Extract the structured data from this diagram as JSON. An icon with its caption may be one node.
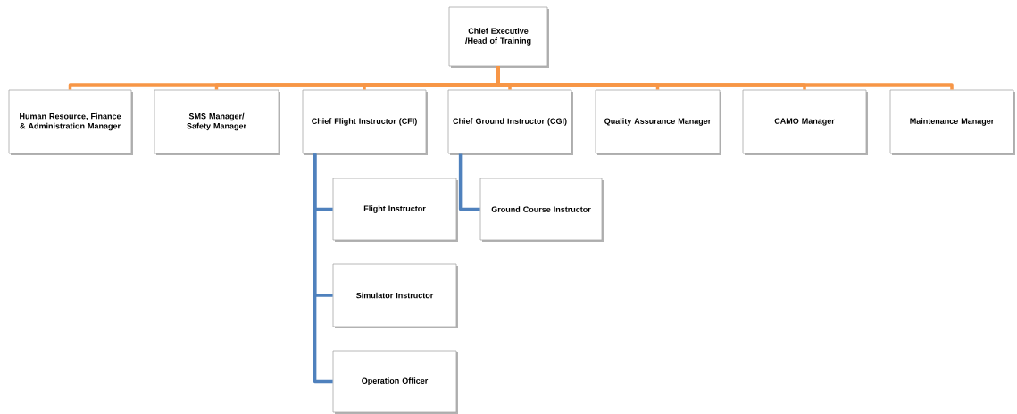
{
  "diagram": {
    "nodes": [
      {
        "text": [
          "Chief Executive /Head of Training"
        ]
      },
      {
        "text": [
          "Human Resource, Finance & Administration Manager"
        ]
      },
      {
        "text": [
          "SMS Manager/ Safety Manager"
        ]
      },
      {
        "text": [
          "Chief Flight Instructor (CFI)"
        ]
      },
      {
        "text": [
          "Chief Ground Instructor (CGI)"
        ]
      },
      {
        "text": [
          "Quality Assurance Manager"
        ]
      },
      {
        "text": [
          "CAMO Manager"
        ]
      },
      {
        "text": [
          "Maintenance Manager"
        ]
      },
      {
        "text": [
          "Flight Instructor"
        ]
      },
      {
        "text": [
          "Ground Course Instructor"
        ]
      },
      {
        "text": [
          "Simulator Instructor"
        ]
      },
      {
        "text": [
          "Operation Officer"
        ]
      }
    ],
    "edges": [
      {
        "from": 0,
        "to": 1,
        "arrow": "none"
      },
      {
        "from": 0,
        "to": 2,
        "arrow": "none"
      },
      {
        "from": 0,
        "to": 3,
        "arrow": "none"
      },
      {
        "from": 0,
        "to": 4,
        "arrow": "none"
      },
      {
        "from": 0,
        "to": 5,
        "arrow": "none"
      },
      {
        "from": 0,
        "to": 6,
        "arrow": "none"
      },
      {
        "from": 0,
        "to": 7,
        "arrow": "none"
      },
      {
        "from": 3,
        "to": 8,
        "arrow": "none",
        "color": "#4f81bd"
      },
      {
        "from": 4,
        "to": 9,
        "arrow": "none",
        "color": "#4f81bd"
      },
      {
        "from": 3,
        "to": 10,
        "arrow": "none",
        "color": "#4f81bd"
      },
      {
        "from": 3,
        "to": 11,
        "arrow": "none",
        "color": "#4f81bd"
      }
    ]
  }
}
